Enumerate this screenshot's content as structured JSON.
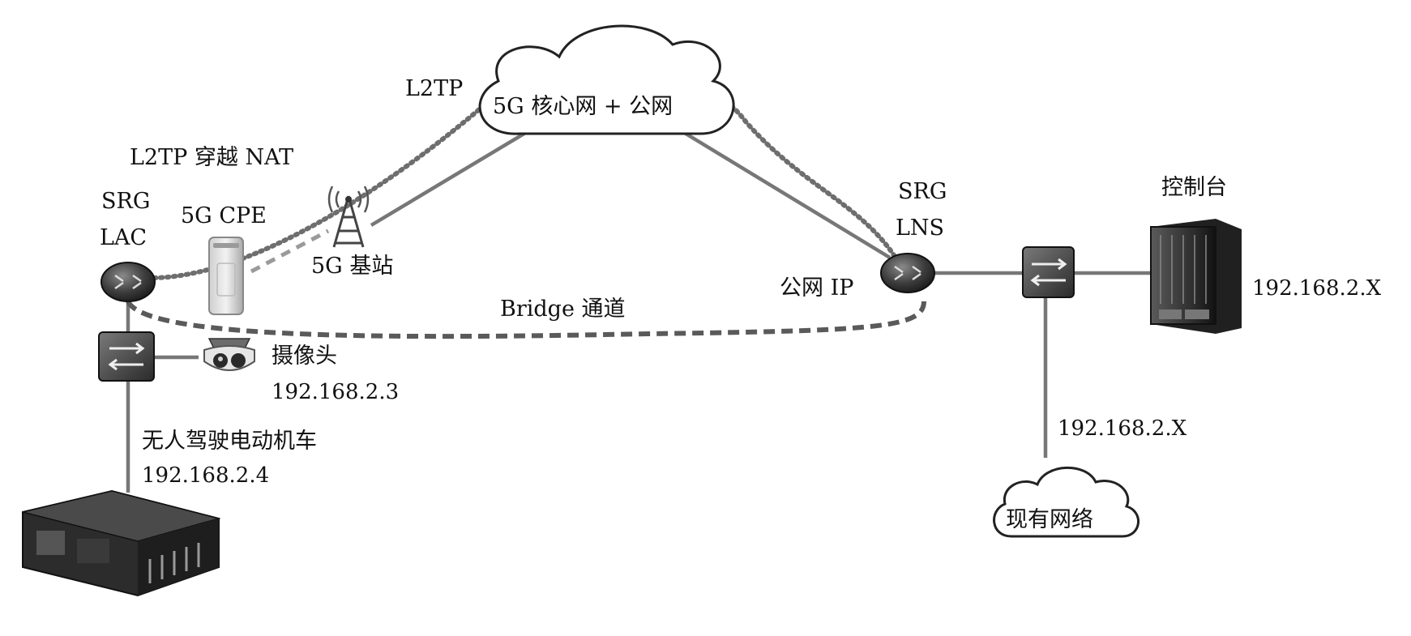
{
  "labels": {
    "l2tp": "L2TP",
    "core_cloud": "5G 核心网 + 公网",
    "l2tp_nat": "L2TP 穿越 NAT",
    "srg_lac_1": "SRG",
    "srg_lac_2": "LAC",
    "cpe": "5G CPE",
    "base_station": "5G 基站",
    "srg_lns_1": "SRG",
    "srg_lns_2": "LNS",
    "public_ip": "公网 IP",
    "bridge": "Bridge 通道",
    "camera_name": "摄像头",
    "camera_ip": "192.168.2.3",
    "loco_name": "无人驾驶电动机车",
    "loco_ip": "192.168.2.4",
    "console_name": "控制台",
    "console_ip": "192.168.2.X",
    "network_ip": "192.168.2.X",
    "network_cloud": "现有网络"
  },
  "icons": {
    "lac_router": "router-icon",
    "lns_router": "router-icon",
    "left_switch": "switch-icon",
    "right_switch": "switch-icon",
    "cpe": "cpe-device-icon",
    "tower": "cell-tower-icon",
    "camera": "camera-icon",
    "console": "server-rack-icon",
    "locomotive": "locomotive-controller-icon"
  }
}
